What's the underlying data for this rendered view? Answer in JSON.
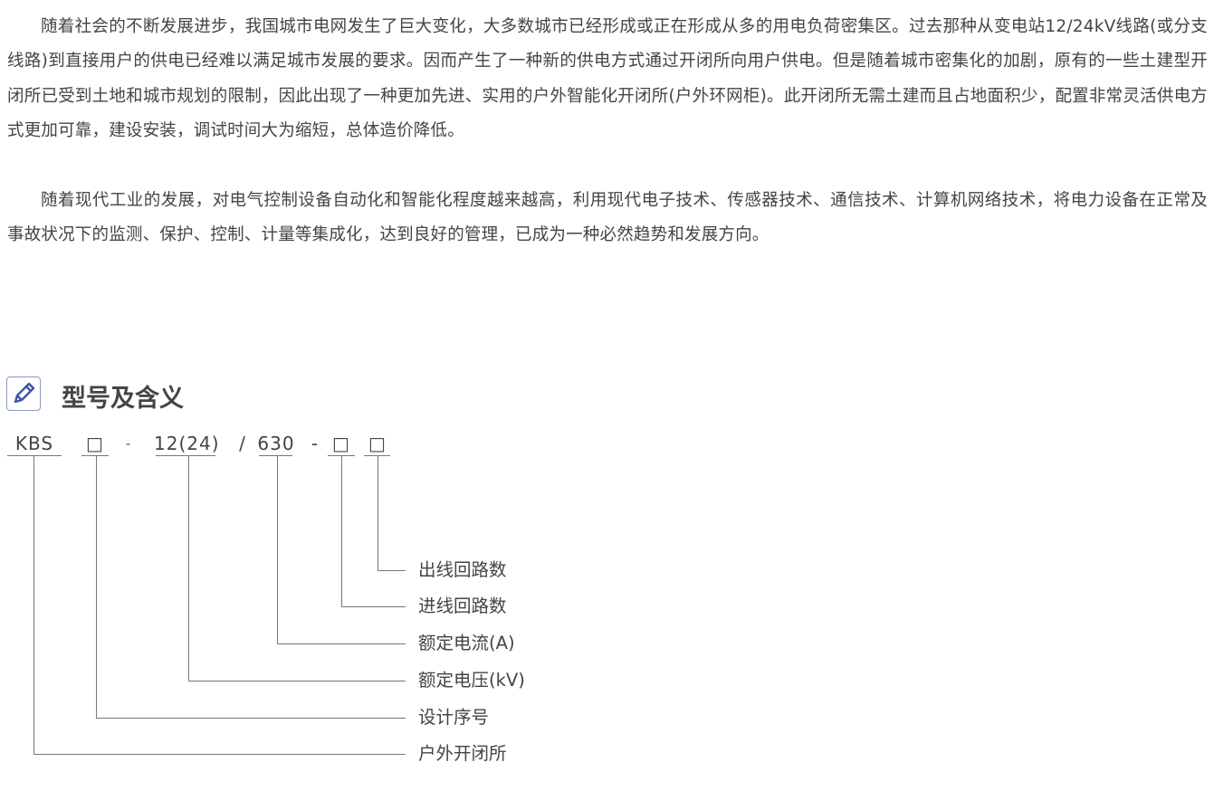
{
  "paragraphs": [
    "随着社会的不断发展进步，我国城市电网发生了巨大变化，大多数城市已经形成或正在形成从多的用电负荷密集区。过去那种从变电站12/24kV线路(或分支线路)到直接用户的供电已经难以满足城市发展的要求。因而产生了一种新的供电方式通过开闭所向用户供电。但是随着城市密集化的加剧，原有的一些土建型开闭所已受到土地和城市规划的限制，因此出现了一种更加先进、实用的户外智能化开闭所(户外环网柜)。此开闭所无需土建而且占地面积少，配置非常灵活供电方式更加可靠，建设安装，调试时间大为缩短，总体造价降低。",
    "随着现代工业的发展，对电气控制设备自动化和智能化程度越来越高，利用现代电子技术、传感器技术、通信技术、计算机网络技术，将电力设备在正常及事故状况下的监测、保护、控制、计量等集成化，达到良好的管理，已成为一种必然趋势和发展方向。"
  ],
  "section": {
    "title": "型号及含义",
    "icon": "pencil-icon"
  },
  "model_code": {
    "parts": [
      "KBS",
      "□",
      "-",
      "12(24)",
      "/",
      "630",
      "-",
      "□",
      "□"
    ]
  },
  "meanings": [
    "出线回路数",
    "进线回路数",
    "额定电流(A)",
    "额定电压(kV)",
    "设计序号",
    "户外开闭所"
  ]
}
